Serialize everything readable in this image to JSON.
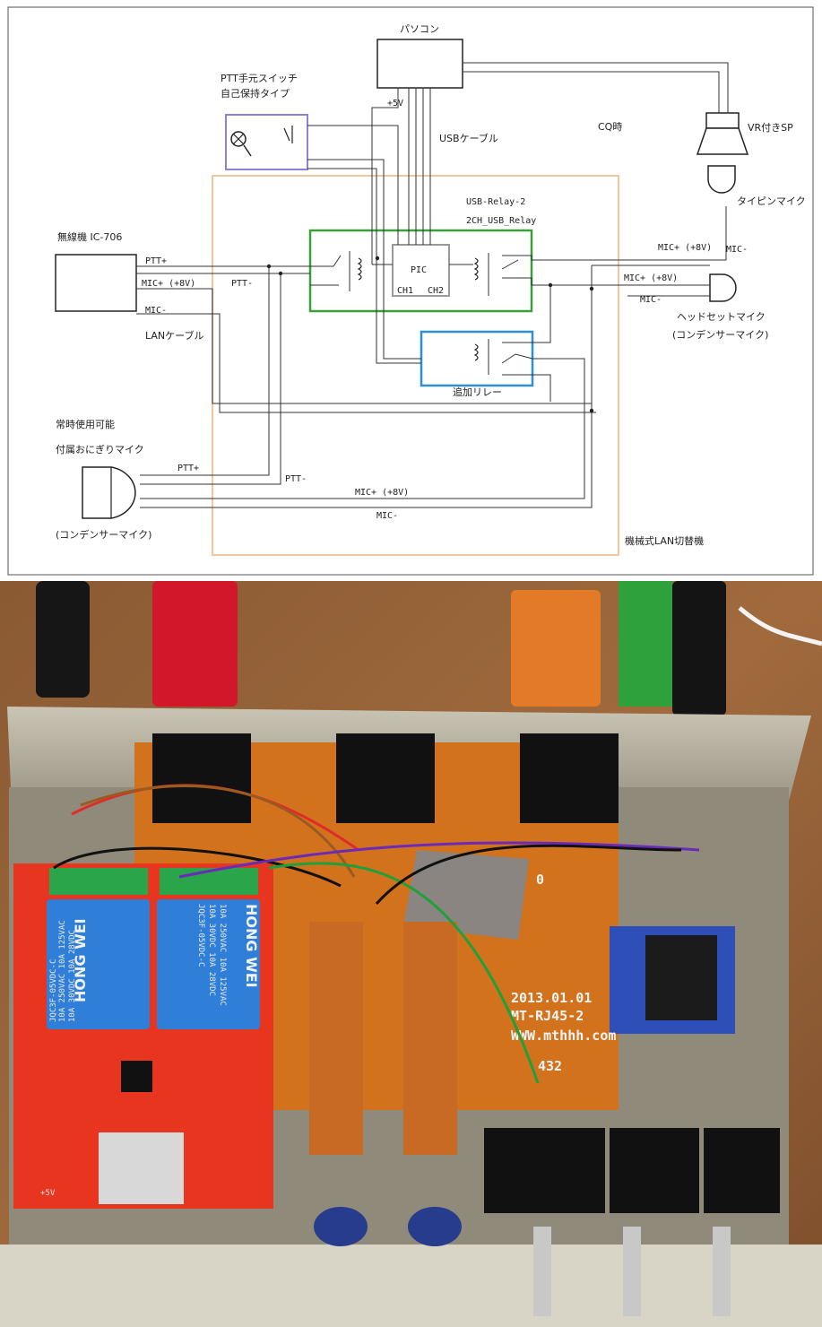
{
  "diagram": {
    "pc_label": "パソコン",
    "ptt_switch_line1": "PTT手元スイッチ",
    "ptt_switch_line2": "自己保持タイプ",
    "plus5v": "+5V",
    "usb_cable": "USBケーブル",
    "cq_label": "CQ時",
    "vr_speaker": "VR付きSP",
    "tiepin_mic": "タイピンマイク",
    "usb_relay_line1": "USB-Relay-2",
    "usb_relay_line2": "2CH_USB_Relay",
    "radio_label": "無線機 IC-706",
    "ptt_plus": "PTT+",
    "mic_plus_8v": "MIC+ (+8V)",
    "ptt_minus": "PTT-",
    "mic_minus": "MIC-",
    "lan_cable": "LANケーブル",
    "pic": "PIC",
    "ch1": "CH1",
    "ch2": "CH2",
    "mic_plus_8v_right1": "MIC+ (+8V)",
    "mic_minus_right1": "MIC-",
    "mic_plus_8v_right2": "MIC+ (+8V)",
    "mic_minus_right2": "MIC-",
    "headset_line1": "ヘッドセットマイク",
    "headset_line2": "(コンデンサーマイク)",
    "added_relay": "追加リレー",
    "always_usable": "常時使用可能",
    "onigiri_mic": "付属おにぎりマイク",
    "ptt_plus_bottom": "PTT+",
    "ptt_minus_bottom": "PTT-",
    "mic_plus_bottom": "MIC+ (+8V)",
    "mic_minus_bottom": "MIC-",
    "condenser_mic": "(コンデンサーマイク)",
    "lan_switcher": "機械式LAN切替機",
    "colors": {
      "green_box": "#3aa13a",
      "blue_box": "#2e8fd6",
      "purple_box": "#8a83d8",
      "orange_box": "#f2c79c"
    }
  },
  "photo": {
    "relay1_brand": "HONG WEI",
    "relay1_spec1": "10A 250VAC 10A 125VAC",
    "relay1_spec2": "10A 30VDC 10A 28VDC",
    "relay1_model": "JQC3F-05VDC-C",
    "relay2_brand": "HONG WEI",
    "relay2_spec1": "10A 250VAC 10A 125VAC",
    "relay2_spec2": "10A 30VDC 10A 28VDC",
    "relay2_model": "JQC3F-05VDC-C",
    "board_date": "2013.01.01",
    "board_model": "MT-RJ45-2",
    "board_url": "WWW.mthhh.com",
    "board_code": "432",
    "board_zero": "0",
    "pcb_5v": "+5V"
  }
}
